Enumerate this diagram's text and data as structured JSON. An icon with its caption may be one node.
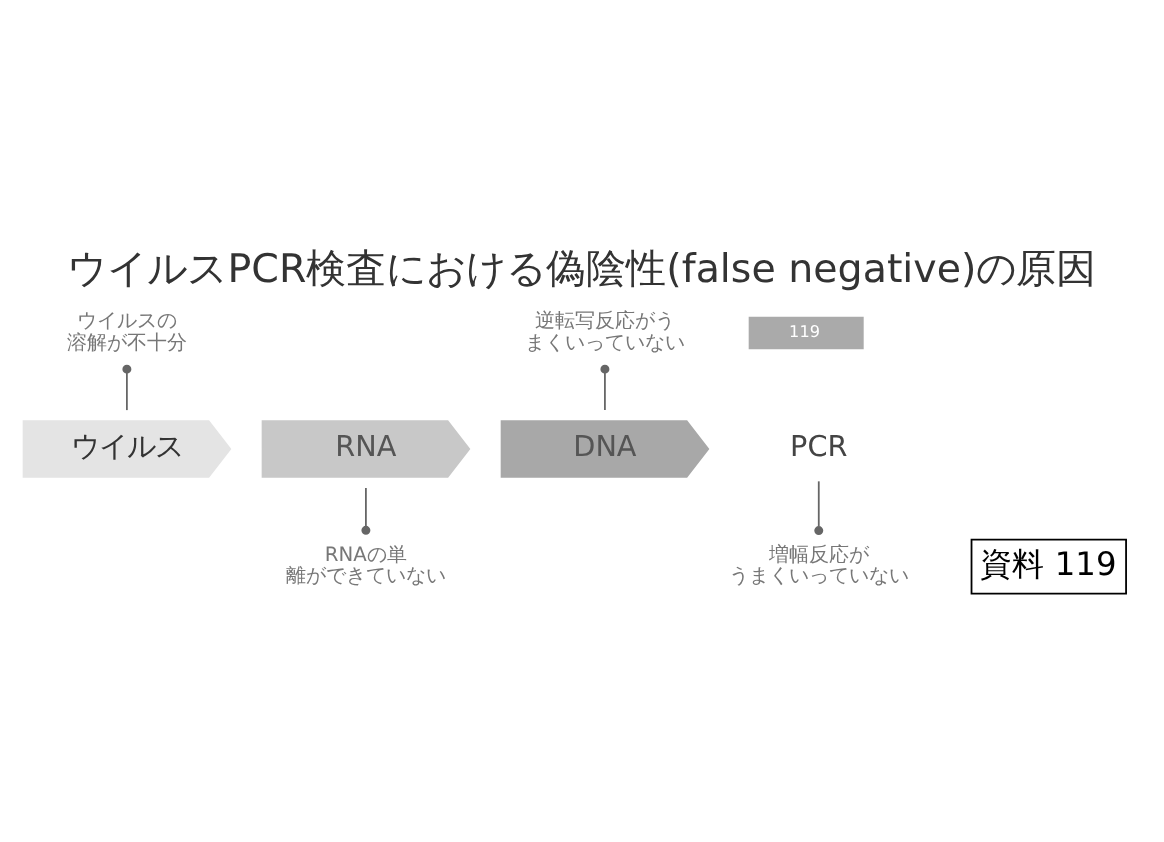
{
  "diagram": {
    "title": "ウイルスPCR検査における偽陰性(false negative)の原因",
    "nodes": [
      {
        "text": [
          "ウイルス"
        ]
      },
      {
        "text": [
          "RNA"
        ]
      },
      {
        "text": [
          "DNA"
        ]
      },
      {
        "text": [
          "PCR"
        ]
      },
      {
        "text": [
          "ウイルスの溶解が不十分"
        ]
      },
      {
        "text": [
          "逆転写反応がうまくいっていない"
        ]
      },
      {
        "text": [
          "RNAの単離ができていない"
        ]
      },
      {
        "text": [
          "増幅反応がうまくいっていない"
        ]
      }
    ],
    "edges": [
      {
        "from": 4,
        "to": 0,
        "arrow": "other"
      },
      {
        "from": 5,
        "to": 2,
        "arrow": "other"
      },
      {
        "from": 6,
        "to": 1,
        "arrow": "other"
      },
      {
        "from": 7,
        "to": 3,
        "arrow": "other"
      }
    ],
    "labels": [
      "119",
      "資料 119"
    ]
  }
}
